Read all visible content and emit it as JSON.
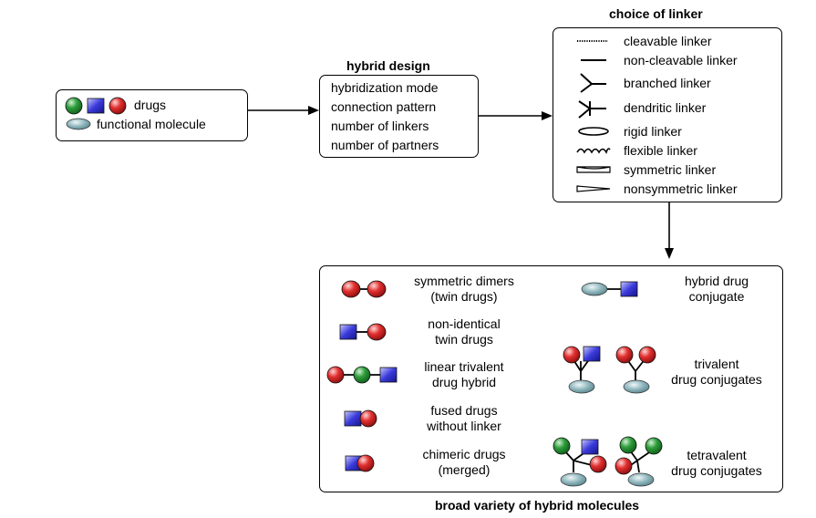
{
  "inputs": {
    "drugs": "drugs",
    "functional_molecule": "functional molecule"
  },
  "hybrid_design": {
    "title": "hybrid design",
    "items": [
      "hybridization mode",
      "connection pattern",
      "number of linkers",
      "number of partners"
    ]
  },
  "linker": {
    "title": "choice of linker",
    "items": [
      "cleavable linker",
      "non-cleavable linker",
      "branched linker",
      "dendritic linker",
      "rigid linker",
      "flexible linker",
      "symmetric linker",
      "nonsymmetric linker"
    ]
  },
  "variety": {
    "title": "broad variety of hybrid molecules",
    "left": [
      {
        "line1": "symmetric dimers",
        "line2": "(twin drugs)"
      },
      {
        "line1": "non-identical",
        "line2": "twin drugs"
      },
      {
        "line1": "linear trivalent",
        "line2": "drug hybrid"
      },
      {
        "line1": "fused drugs",
        "line2": "without linker"
      },
      {
        "line1": "chimeric drugs",
        "line2": "(merged)"
      }
    ],
    "right": [
      {
        "line1": "hybrid drug",
        "line2": "conjugate"
      },
      {
        "line1": "trivalent",
        "line2": "drug conjugates"
      },
      {
        "line1": "tetravalent",
        "line2": "drug conjugates"
      }
    ]
  },
  "colors": {
    "green": "#2e9d3c",
    "blue": "#3a3adb",
    "red": "#e23030",
    "teal": "#8fb6bd"
  }
}
